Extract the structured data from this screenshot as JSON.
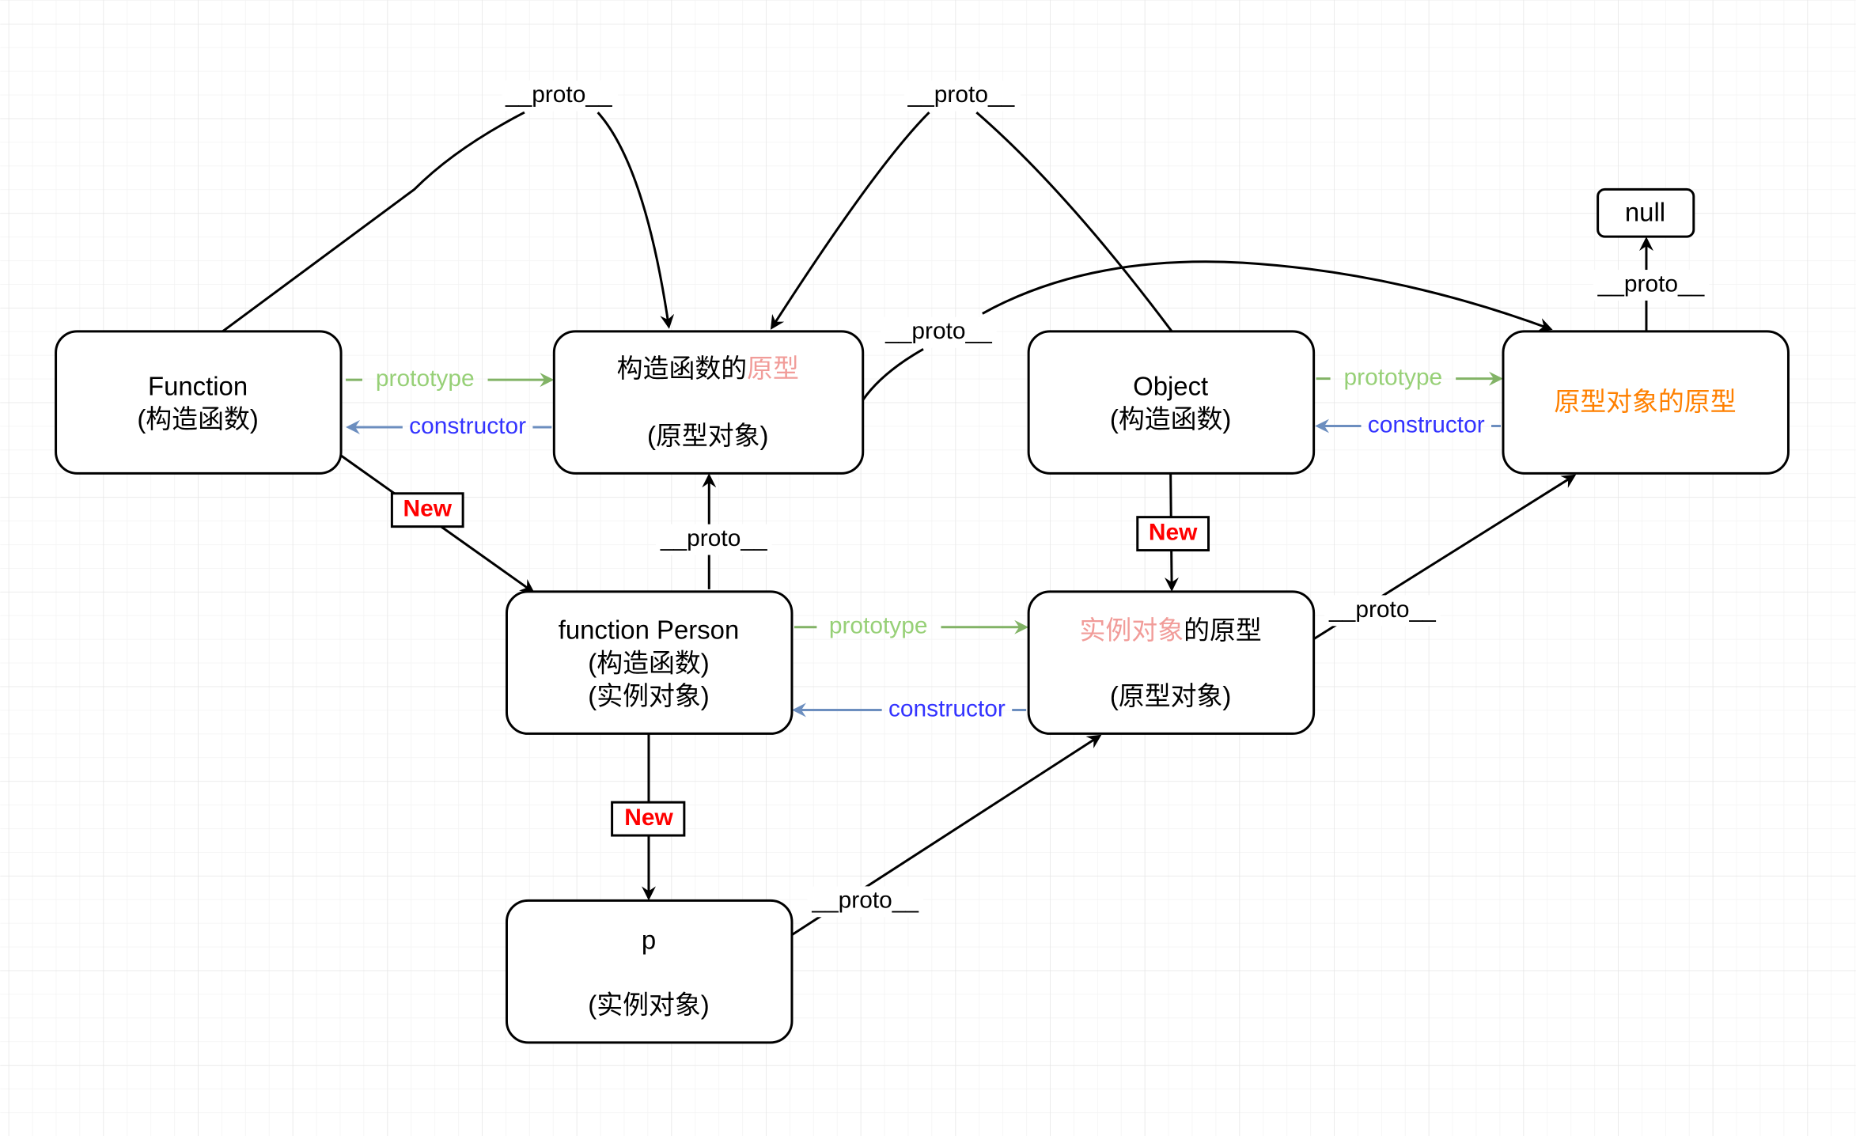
{
  "colors": {
    "prototype_line": "#82b366",
    "prototype_text": "#97d077",
    "constructor_line": "#6c8ebf",
    "constructor_text": "#3333ff",
    "highlight_pink": "#f19c99",
    "highlight_orange": "#ff8000",
    "new_text": "#ff0000"
  },
  "nodes": {
    "function": {
      "line1": "Function",
      "line2": "(构造函数)"
    },
    "ctor_proto": {
      "line1a": "构造函数的",
      "line1b": "原型",
      "line2": "(原型对象)"
    },
    "object": {
      "line1": "Object",
      "line2": "(构造函数)"
    },
    "proto_of_proto": {
      "line1": "原型对象的原型"
    },
    "null": {
      "line1": "null"
    },
    "person": {
      "line1": "function Person",
      "line2": "(构造函数)",
      "line3": "(实例对象)"
    },
    "instance_proto": {
      "line1a": "实例对象",
      "line1b": "的原型",
      "line2": "(原型对象)"
    },
    "p": {
      "line1": "p",
      "line2": "(实例对象)"
    }
  },
  "edges": {
    "proto_label": "__proto__",
    "prototype_label": "prototype",
    "constructor_label": "constructor",
    "new_label": "New"
  }
}
